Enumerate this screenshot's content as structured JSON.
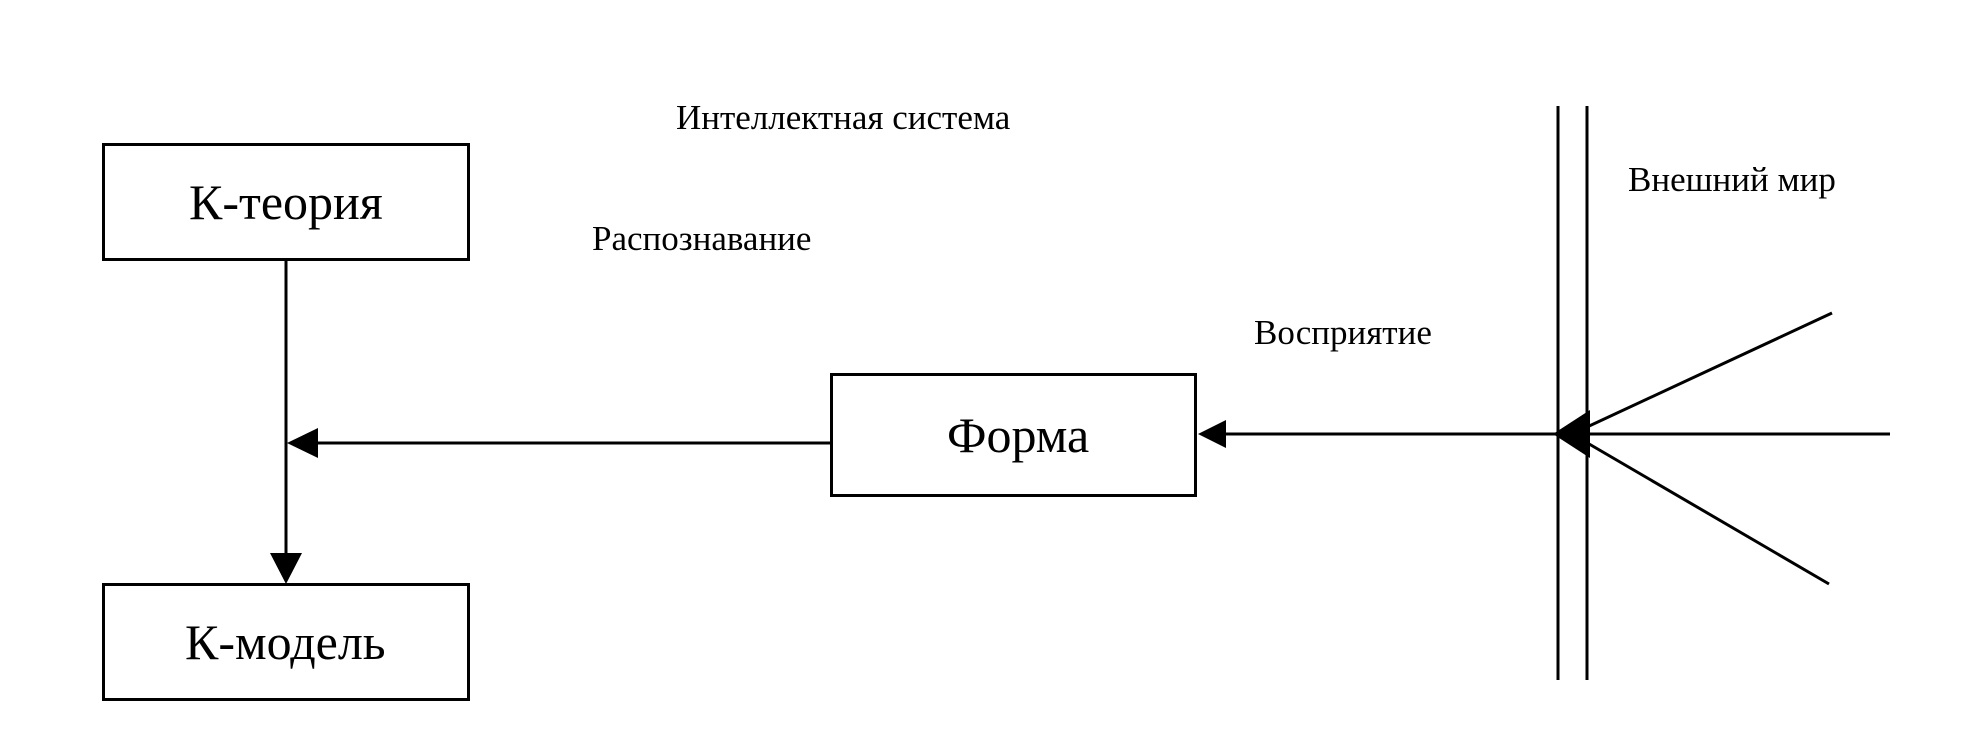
{
  "diagram": {
    "labels": {
      "system": "Интеллектная система",
      "recognition": "Распознавание",
      "perception": "Восприятие",
      "outer_world": "Внешний мир"
    },
    "nodes": {
      "k_theory": "К-теория",
      "k_model": "К-модель",
      "form": "Форма"
    },
    "edges": [
      {
        "from": "k_theory",
        "to": "k_model"
      },
      {
        "from": "form",
        "to": "k_theory-k_model-line"
      },
      {
        "from": "outer_world",
        "to": "form"
      }
    ],
    "colors": {
      "stroke": "#000000",
      "background": "#ffffff"
    }
  }
}
